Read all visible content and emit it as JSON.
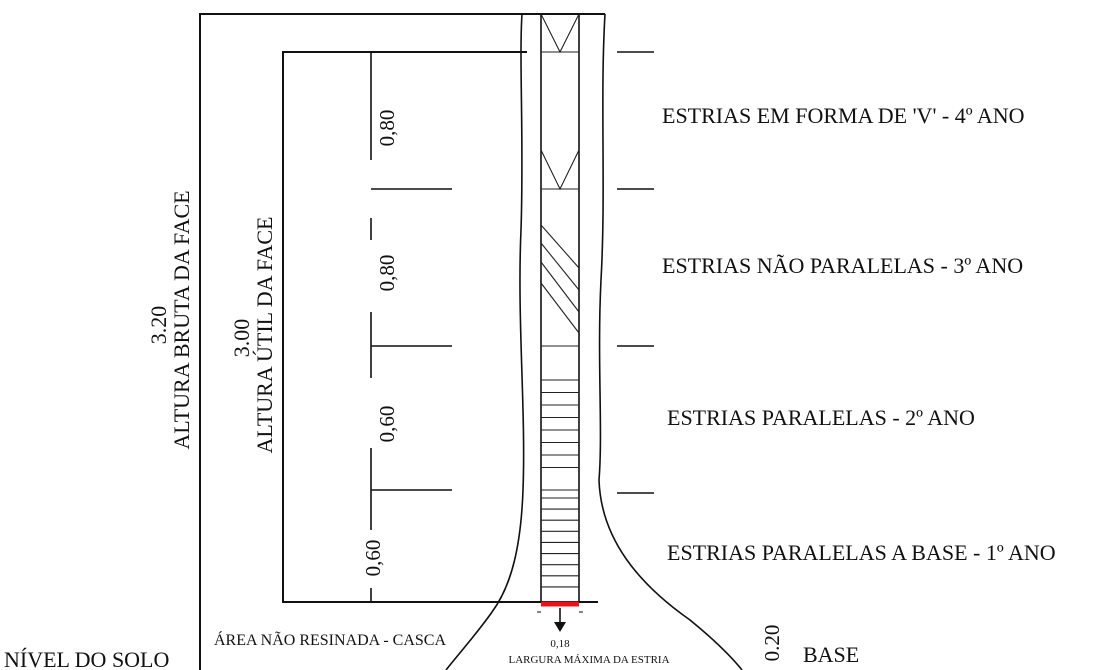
{
  "dimensions": {
    "gross_value": "3.20",
    "gross_label": "ALTURA BRUTA DA FACE",
    "useful_value": "3.00",
    "useful_label": "ALTURA ÚTIL DA FACE",
    "segments": [
      "0,80",
      "0,80",
      "0,60",
      "0,60"
    ],
    "base_value": "0.20",
    "base_label": "BASE"
  },
  "stages": [
    {
      "label": "ESTRIAS EM FORMA DE 'V' - 4º ANO"
    },
    {
      "label": "ESTRIAS NÃO PARALELAS - 3º ANO"
    },
    {
      "label": "ESTRIAS PARALELAS - 2º ANO"
    },
    {
      "label": "ESTRIAS PARALELAS A BASE - 1º ANO"
    }
  ],
  "ground_label": "NÍVEL DO SOLO",
  "bark_label": "ÁREA NÃO RESINADA - CASCA",
  "width": {
    "value": "0,18",
    "label": "LARGURA MÁXIMA DA ESTRIA"
  },
  "colors": {
    "line": "#111111",
    "width_marker": "#e8141c",
    "background": "#ffffff"
  }
}
